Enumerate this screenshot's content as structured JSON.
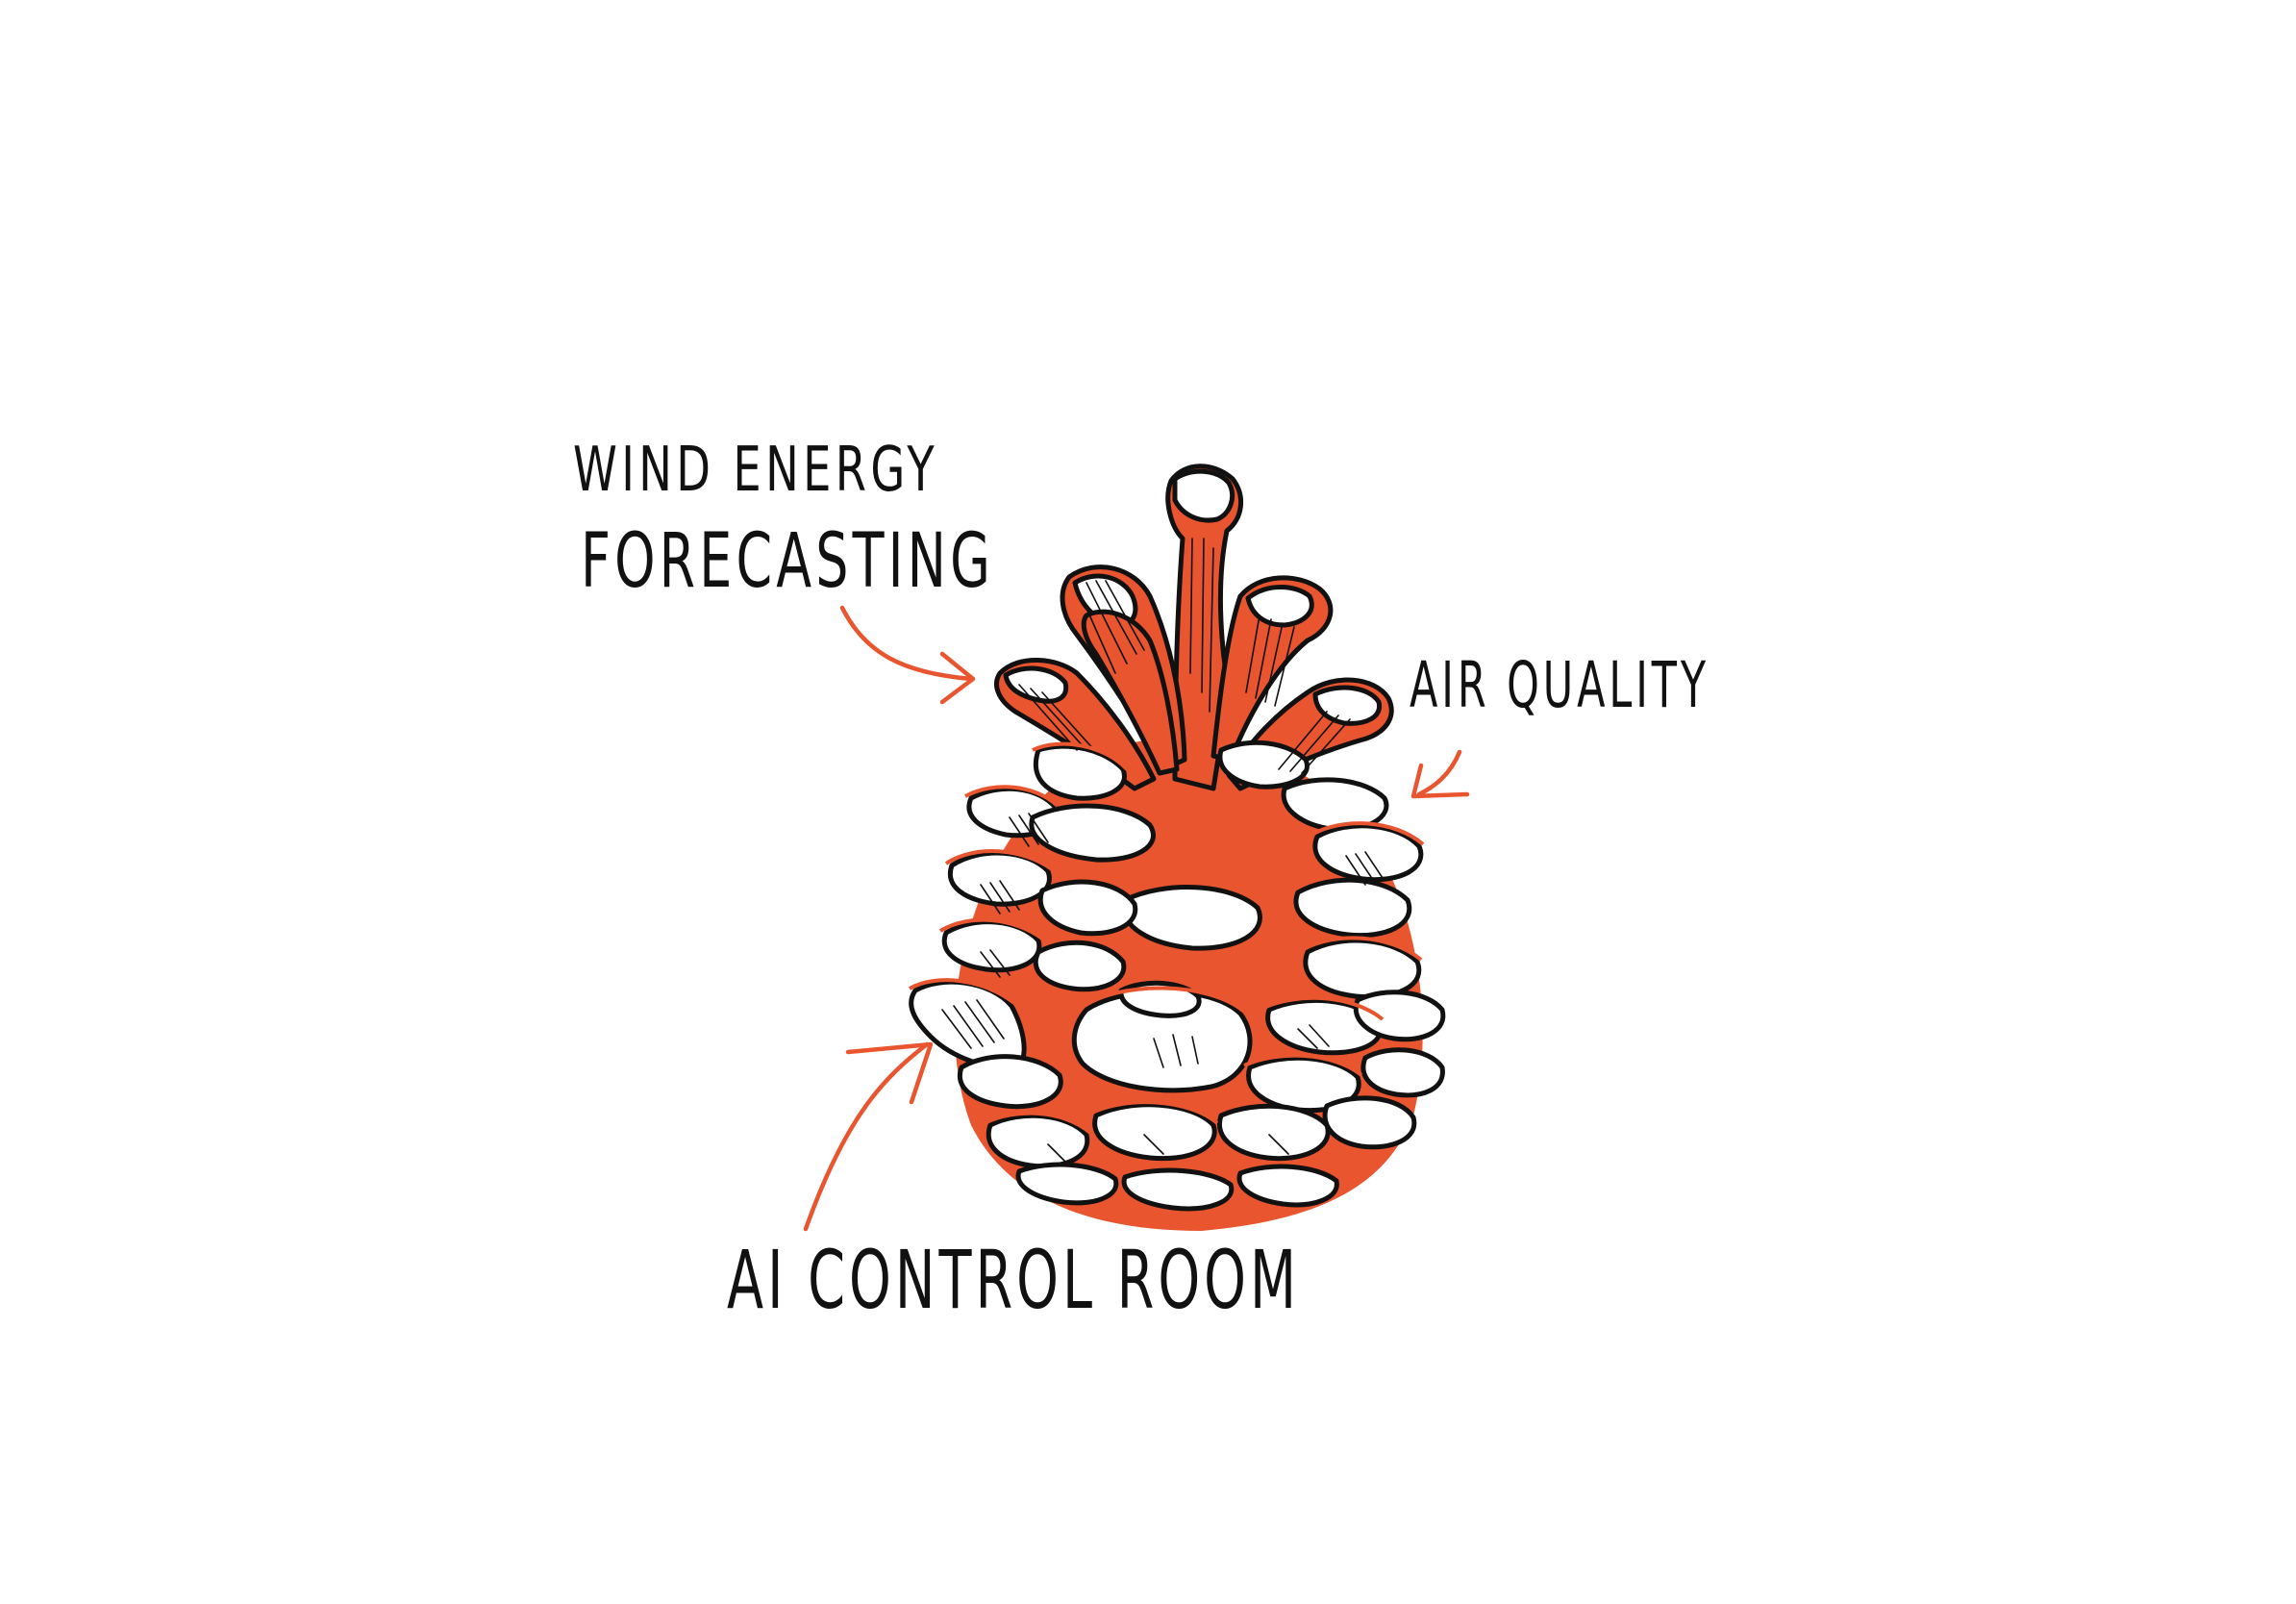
{
  "labels": {
    "wind_line1": "WIND ENERGY",
    "wind_line2": "FORECASTING",
    "air_quality": "AIR QUALITY",
    "ai_control_room": "AI CONTROL ROOM"
  },
  "colors": {
    "accent": "#e8552e",
    "ink": "#111111",
    "background": "#ffffff"
  },
  "illustration": {
    "subject": "pine-cone",
    "style": "hand-drawn ink sketch with orange accent"
  }
}
